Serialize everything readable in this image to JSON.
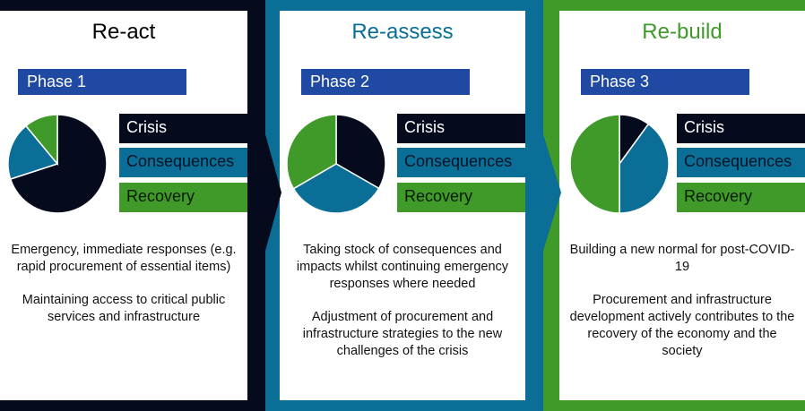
{
  "colors": {
    "crisis": "#050a1c",
    "consequences": "#0a6e96",
    "recovery": "#3f9a2a",
    "phase": "#1f49a3"
  },
  "legend": {
    "crisis": "Crisis",
    "consequences": "Consequences",
    "recovery": "Recovery"
  },
  "panels": [
    {
      "title": "Re-act",
      "title_color": "#000000",
      "phase": "Phase 1",
      "shares": {
        "crisis": 70,
        "consequences": 19,
        "recovery": 11
      },
      "paragraphs": [
        "Emergency, immediate responses (e.g. rapid procurement of essential items)",
        "Maintaining access to critical public services and infrastructure"
      ]
    },
    {
      "title": "Re-assess",
      "title_color": "#0a6e96",
      "phase": "Phase 2",
      "shares": {
        "crisis": 33.3,
        "consequences": 33.3,
        "recovery": 33.4
      },
      "paragraphs": [
        "Taking stock of consequences and impacts whilst continuing emergency responses where needed",
        "Adjustment of procurement and infrastructure strategies to the new challenges of the crisis"
      ]
    },
    {
      "title": "Re-build",
      "title_color": "#3f9a2a",
      "phase": "Phase 3",
      "shares": {
        "crisis": 10,
        "consequences": 40,
        "recovery": 50
      },
      "paragraphs": [
        "Building a new normal for post-COVID-19",
        "Procurement and infrastructure development actively contributes to the recovery of the economy and the society"
      ]
    }
  ]
}
